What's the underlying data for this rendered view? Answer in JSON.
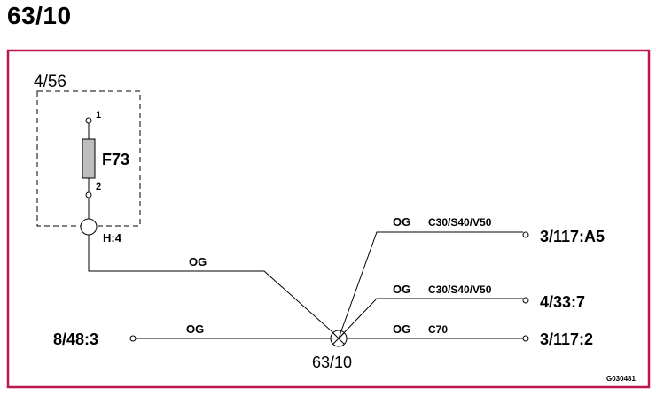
{
  "page_title": "63/10",
  "box_label": "4/56",
  "fuse": {
    "name": "F73",
    "pin_top": "1",
    "pin_bottom": "2"
  },
  "connector_label": "H:4",
  "splice_label": "63/10",
  "wires": {
    "from_fuse": {
      "color": "OG"
    },
    "from_left": {
      "color": "OG",
      "endpoint": "8/48:3"
    },
    "top_right": {
      "color": "OG",
      "variant": "C30/S40/V50",
      "endpoint": "3/117:A5"
    },
    "mid_right": {
      "color": "OG",
      "variant": "C30/S40/V50",
      "endpoint": "4/33:7"
    },
    "bottom_right": {
      "color": "OG",
      "variant": "C70",
      "endpoint": "3/117:2"
    }
  },
  "figure_code": "G030481",
  "colors": {
    "frame": "#c0174a",
    "ink": "#000000",
    "fuse_fill": "#bdbdbd"
  }
}
